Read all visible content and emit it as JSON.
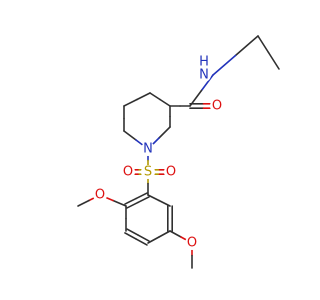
{
  "colors": {
    "background": "#ffffff",
    "carbon_bond": "#303030",
    "nitrogen": "#2233bb",
    "oxygen": "#dd1111",
    "sulfur": "#b39a00"
  },
  "atoms": [
    {
      "id": "N_amide_H",
      "label": "H",
      "element": "nitrogen"
    },
    {
      "id": "N_amide",
      "label": "N",
      "element": "nitrogen"
    },
    {
      "id": "O_amide",
      "label": "O",
      "element": "oxygen"
    },
    {
      "id": "N_ring",
      "label": "N",
      "element": "nitrogen"
    },
    {
      "id": "S",
      "label": "S",
      "element": "sulfur"
    },
    {
      "id": "O_s1",
      "label": "O",
      "element": "oxygen"
    },
    {
      "id": "O_s2",
      "label": "O",
      "element": "oxygen"
    },
    {
      "id": "O_me1",
      "label": "O",
      "element": "oxygen"
    },
    {
      "id": "O_me2",
      "label": "O",
      "element": "oxygen"
    }
  ]
}
